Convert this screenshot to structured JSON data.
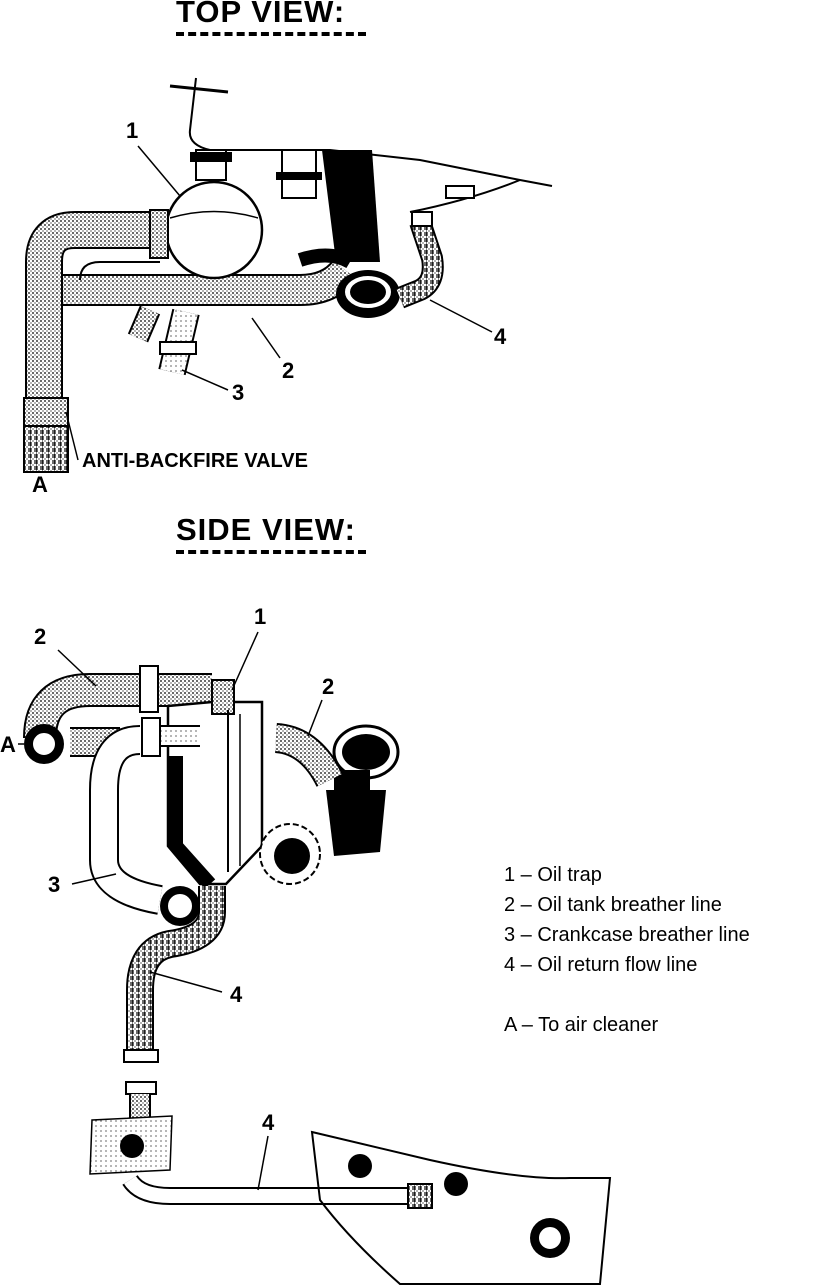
{
  "top_view": {
    "heading": "TOP VIEW:",
    "callouts": {
      "c1": "1",
      "c2": "2",
      "c3": "3",
      "c4": "4",
      "cA": "A"
    },
    "valve_label": "ANTI-BACKFIRE VALVE"
  },
  "side_view": {
    "heading": "SIDE VIEW:",
    "callouts": {
      "c1": "1",
      "c2a": "2",
      "c2b": "2",
      "c3": "3",
      "c4a": "4",
      "c4b": "4",
      "cA": "A"
    }
  },
  "legend": {
    "items": [
      "1 – Oil trap",
      "2 – Oil tank breather line",
      "3 – Crankcase breather line",
      "4 – Oil return flow line"
    ],
    "note": "A – To air cleaner"
  }
}
